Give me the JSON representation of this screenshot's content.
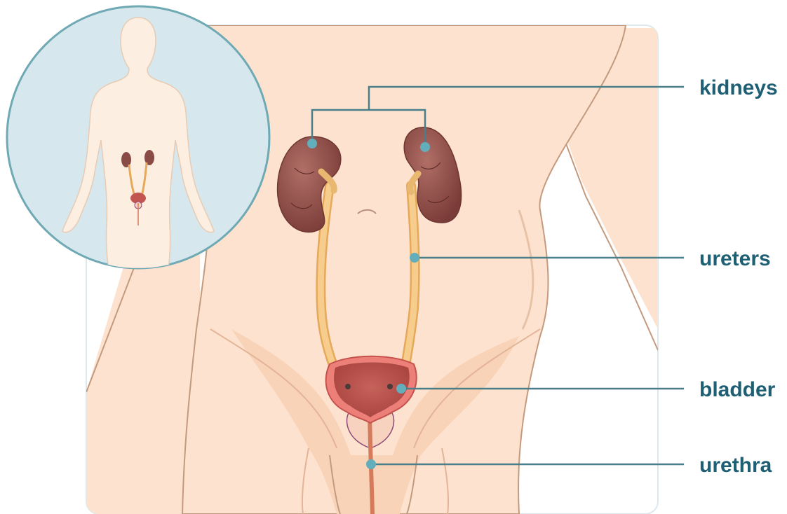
{
  "labels": {
    "kidneys": "kidneys",
    "ureters": "ureters",
    "bladder": "bladder",
    "urethra": "urethra"
  },
  "colors": {
    "label_text": "#1f5f73",
    "leader_line": "#4a7f8a",
    "leader_dot": "#63aebb",
    "skin": "#fde3cf",
    "skin_outline": "#c49a7f",
    "kidney": "#8a4a45",
    "ureter": "#f3c27a",
    "bladder": "#c2554f",
    "bladder_rim": "#e8706b",
    "urethra": "#d67a5c",
    "inset_background": "#d6e7ee",
    "inset_border": "#6fa9b3",
    "panel_border": "#dde8ec"
  },
  "icons": {
    "inset": "body-silhouette-icon"
  }
}
